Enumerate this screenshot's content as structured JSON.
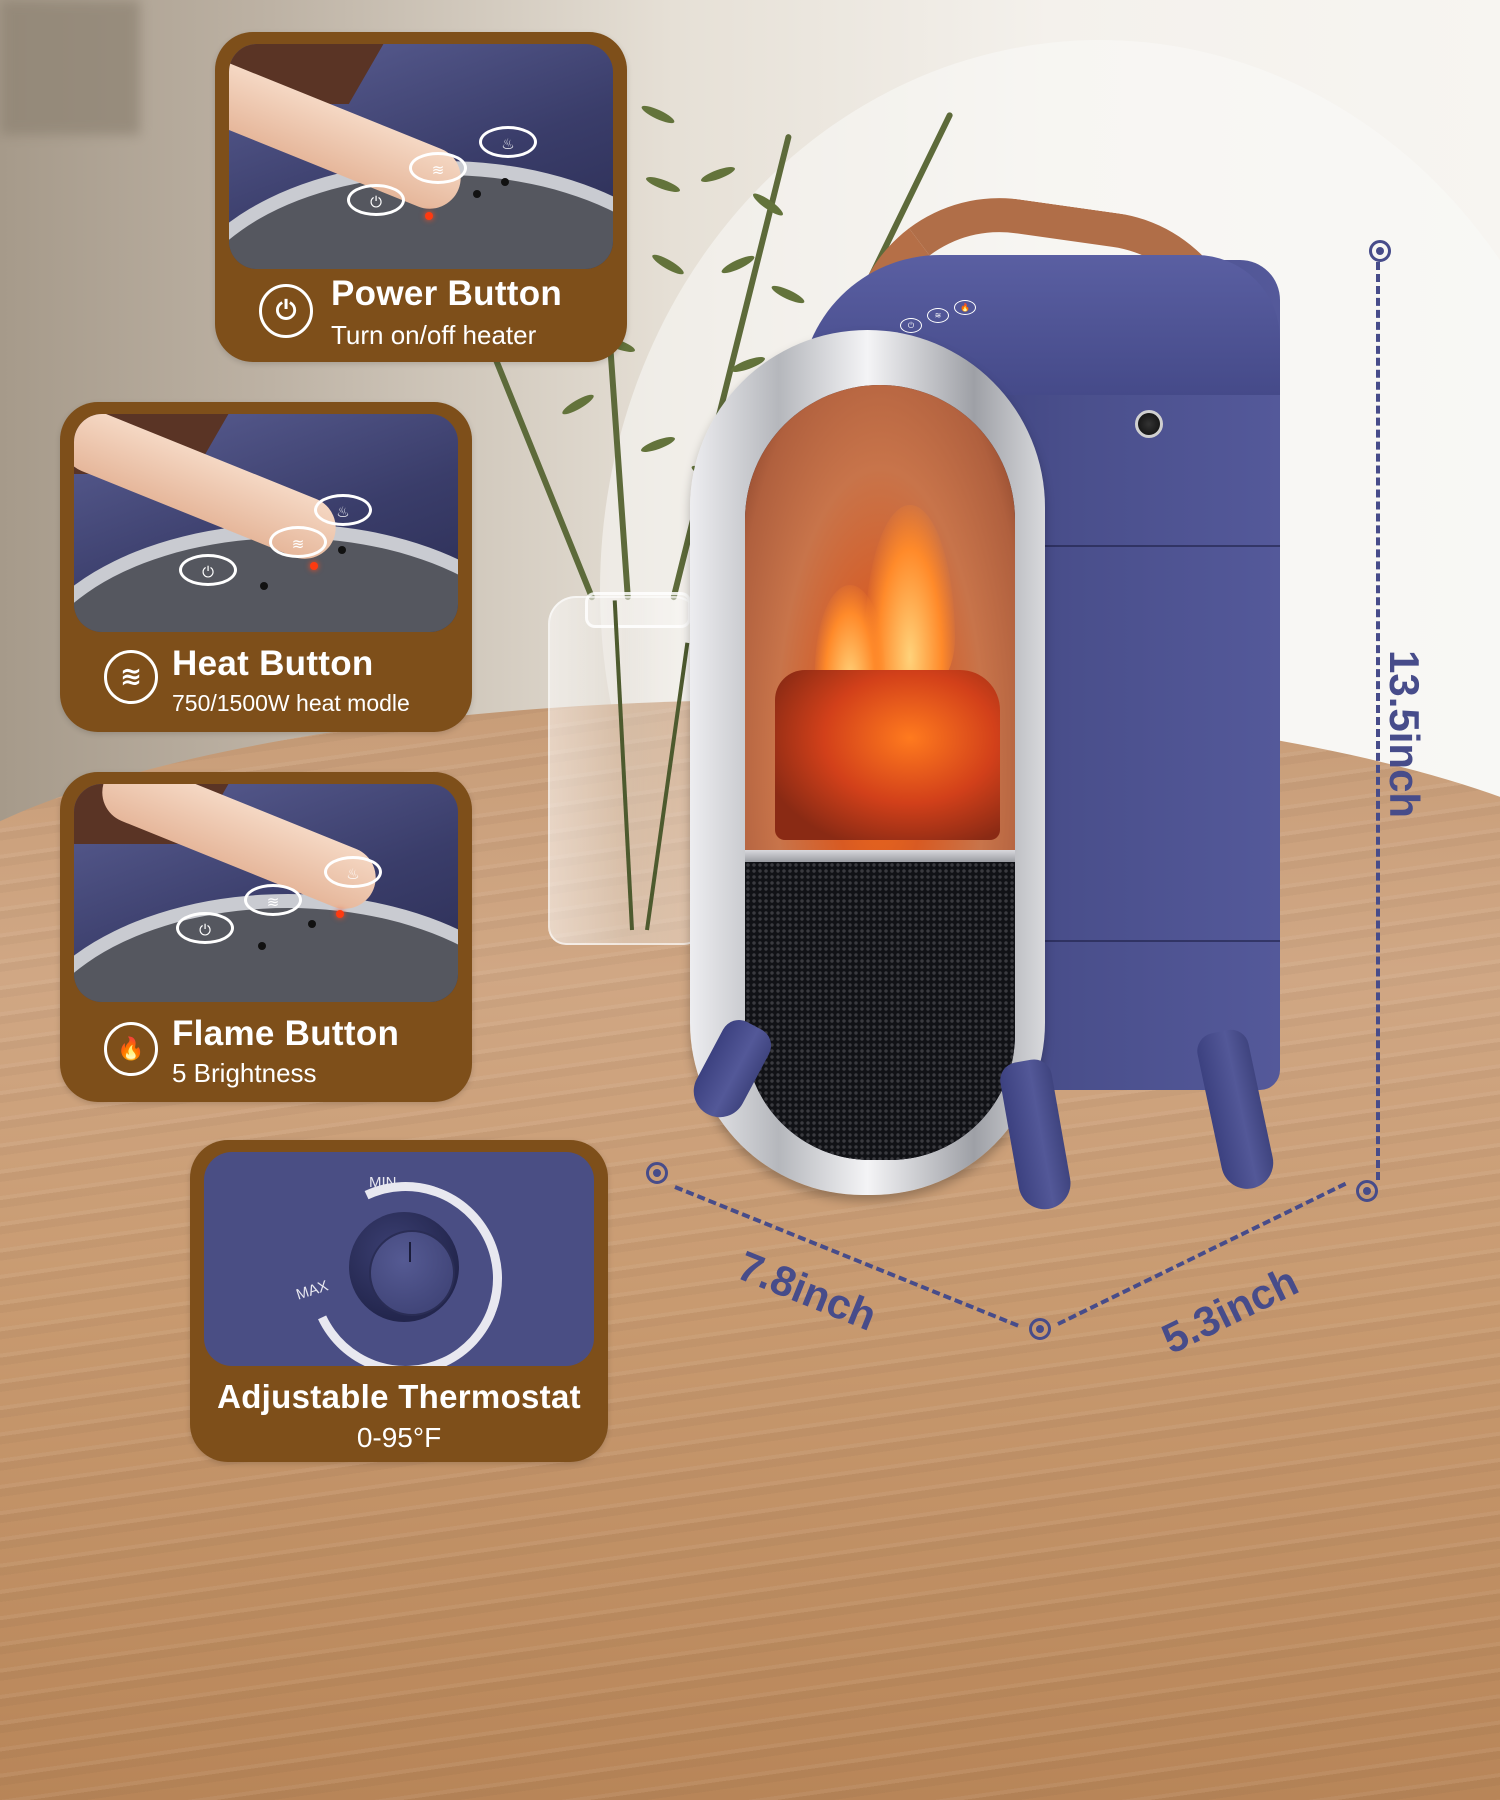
{
  "features": [
    {
      "id": "power",
      "title": "Power Button",
      "subtitle": "Turn on/off heater",
      "icon": "power-icon",
      "icon_glyph": "⏻"
    },
    {
      "id": "heat",
      "title": "Heat Button",
      "subtitle": "750/1500W heat modle",
      "icon": "heat-waves-icon",
      "icon_glyph": "≋"
    },
    {
      "id": "flame",
      "title": "Flame Button",
      "subtitle": "5 Brightness",
      "icon": "flame-icon",
      "icon_glyph": "🔥"
    },
    {
      "id": "thermostat",
      "title": "Adjustable Thermostat",
      "subtitle": "0-95°F",
      "dial_min_label": "MIN",
      "dial_max_label": "MAX"
    }
  ],
  "control_panel": {
    "buttons": [
      {
        "name": "power",
        "glyph": "⏻"
      },
      {
        "name": "heat",
        "glyph": "≋"
      },
      {
        "name": "flame",
        "glyph": "🔥"
      }
    ]
  },
  "dimensions": {
    "height": "13.5inch",
    "width": "7.8inch",
    "depth": "5.3inch"
  },
  "colors": {
    "card_brown": "#7e4f1a",
    "heater_navy": "#4a4f8c",
    "dimension_navy": "#474c8a",
    "strap_tan": "#b06e48",
    "led_red": "#ff3a10"
  }
}
